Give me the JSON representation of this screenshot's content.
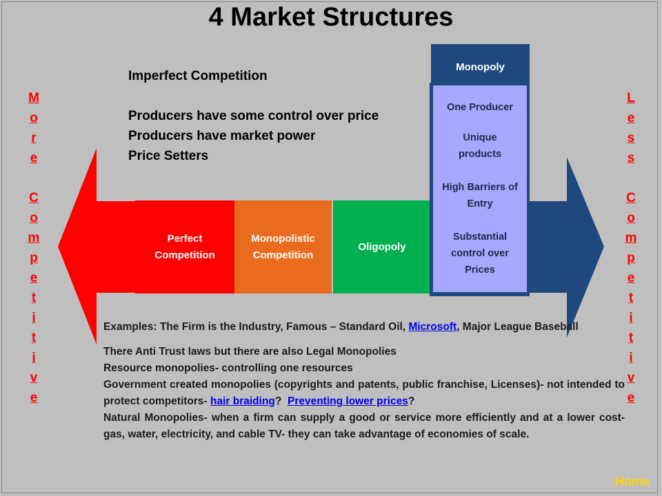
{
  "title": "4 Market Structures",
  "left_label": [
    "M",
    "o",
    "r",
    "e",
    "",
    "C",
    "o",
    "m",
    "p",
    "e",
    "t",
    "i",
    "t",
    "i",
    "v",
    "e"
  ],
  "right_label": [
    "L",
    "e",
    "s",
    "s",
    "",
    "C",
    "o",
    "m",
    "p",
    "e",
    "t",
    "i",
    "t",
    "i",
    "v",
    "e"
  ],
  "imperfect": {
    "heading": "Imperfect Competition",
    "lines": [
      "Producers have some control over price",
      "Producers have market power",
      "Price Setters"
    ]
  },
  "structures": {
    "perfect": "Perfect Competition",
    "monopolistic": "Monopolistic Competition",
    "oligopoly": "Oligopoly",
    "monopoly": "Monopoly"
  },
  "monopoly_traits": [
    "One Producer",
    "Unique products",
    "High Barriers of Entry",
    "Substantial control over Prices"
  ],
  "examples": {
    "line1_pre": "Examples:  The Firm is the Industry, Famous – Standard Oil, ",
    "link_microsoft": "Microsoft",
    "line1_post": ", Major League Baseball",
    "p2": "There Anti Trust laws but there are also Legal Monopolies",
    "p3": "Resource monopolies- controlling one resources",
    "p4_pre": "Government created monopolies (copyrights and patents, public franchise, Licenses)- not intended to protect competitors- ",
    "link_hair": "hair braiding",
    "p4_mid": "?  ",
    "link_prevent": "Preventing lower prices",
    "p4_post": "?",
    "p5": "Natural Monopolies- when a firm can supply a good or service more efficiently and at a lower cost- gas, water, electricity, and cable TV- they can take advantage of economies of scale."
  },
  "home": "Home",
  "colors": {
    "red": "#ff0000",
    "orange": "#e96b1d",
    "green": "#00b050",
    "navy": "#1f497d",
    "lavender": "#a7a7ff",
    "home": "#ffd700"
  }
}
